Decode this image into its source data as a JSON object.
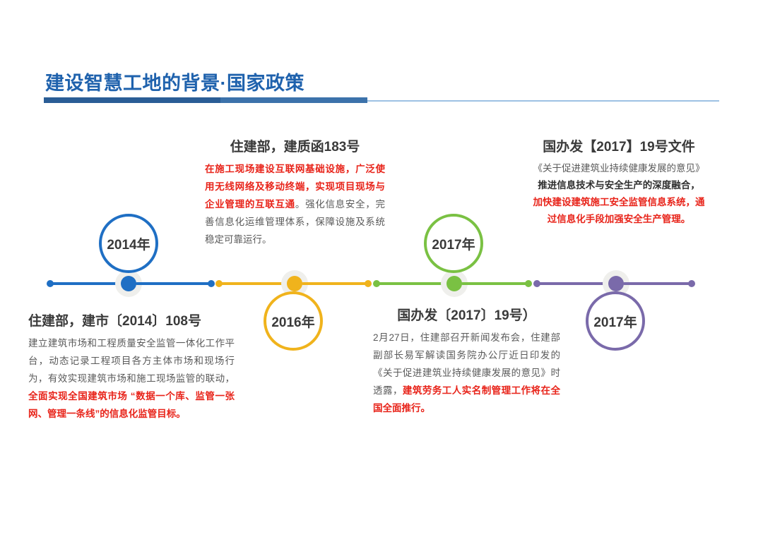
{
  "header": {
    "title": "建设智慧工地的背景·国家政策",
    "title_color": "#1f62ad",
    "rule_color_dark": "#2a5d96",
    "rule_color_mid": "#3c72ab",
    "rule_color_light": "#9dc1e4"
  },
  "timeline": {
    "segments": [
      {
        "name": "segment-2014",
        "color": "#1f6fc4"
      },
      {
        "name": "segment-2016",
        "color": "#f0b31c"
      },
      {
        "name": "segment-2017-green",
        "color": "#7ac143"
      },
      {
        "name": "segment-2017-purple",
        "color": "#7a6aaa"
      }
    ]
  },
  "entries": [
    {
      "id": "entry-2014",
      "year": "2014年",
      "color": "#1f6fc4",
      "position": "below",
      "title": "住建部，建市〔2014〕108号",
      "body": [
        {
          "text": "建立建筑市场和工程质量安全监管一体化工作平台，动态记录工程项目各方主体市场和现场行为，有效实现建筑市场和施工现场监管的联动，",
          "style": "plain"
        },
        {
          "text": "全面实现全国建筑市场 “数据一个库、监管一张网、管理一条线”的信息化监管目标。",
          "style": "red"
        }
      ]
    },
    {
      "id": "entry-2016",
      "year": "2016年",
      "color": "#f0b31c",
      "position": "above",
      "title": "住建部，建质函183号",
      "body": [
        {
          "text": "在施工现场建设互联网基础设施，广泛使用无线网络及移动终端，实现项目现场与企业管理的互联互通",
          "style": "red"
        },
        {
          "text": "。强化信息安全，完善信息化运维管理体系，保障设施及系统稳定可靠运行。",
          "style": "plain"
        }
      ]
    },
    {
      "id": "entry-2017-a",
      "year": "2017年",
      "color": "#7ac143",
      "position": "below",
      "title": "国办发〔2017〕19号）",
      "body": [
        {
          "text": "2月27日，住建部召开新闻发布会，住建部副部长易军解读国务院办公厅近日印发的《关于促进建筑业持续健康发展的意见》时透露，",
          "style": "plain"
        },
        {
          "text": "建筑劳务工人实名制管理工作将在全国全面推行。",
          "style": "red"
        }
      ]
    },
    {
      "id": "entry-2017-b",
      "year": "2017年",
      "color": "#7a6aaa",
      "position": "above",
      "title": "国办发【2017】19号文件",
      "body": [
        {
          "text": "《关于促进建筑业持续健康发展的意见》",
          "style": "plain"
        },
        {
          "text": "推进信息技术与安全生产的深度融合，",
          "style": "dark"
        },
        {
          "text": "加快建设建筑施工安全监管信息系统，通过信息化手段加强安全生产管理。",
          "style": "red"
        }
      ]
    }
  ]
}
